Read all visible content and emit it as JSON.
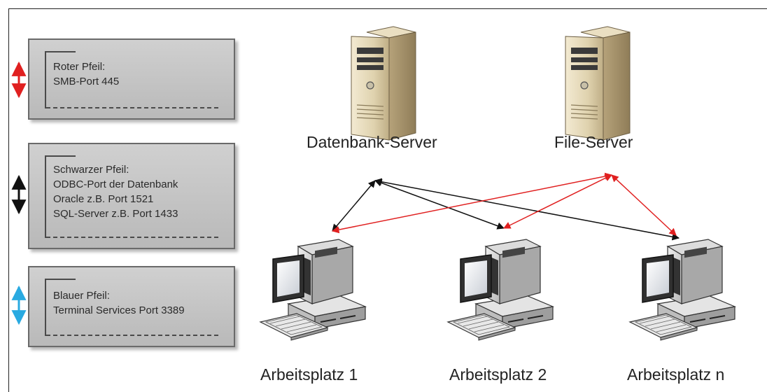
{
  "legend": [
    {
      "lines": [
        "Roter Pfeil:",
        "SMB-Port 445"
      ],
      "color": "#e02020",
      "icon": "red-double-arrow-icon"
    },
    {
      "lines": [
        "Schwarzer Pfeil:",
        "ODBC-Port der Datenbank",
        "Oracle z.B. Port 1521",
        "SQL-Server z.B. Port 1433"
      ],
      "color": "#111111",
      "icon": "black-double-arrow-icon"
    },
    {
      "lines": [
        "Blauer Pfeil:",
        "Terminal Services Port 3389"
      ],
      "color": "#29aae1",
      "icon": "blue-double-arrow-icon"
    }
  ],
  "servers": [
    {
      "label": "Datenbank-Server",
      "icon": "server-tower-icon"
    },
    {
      "label": "File-Server",
      "icon": "server-tower-icon"
    }
  ],
  "workstations": [
    {
      "label": "Arbeitsplatz 1",
      "icon": "workstation-icon"
    },
    {
      "label": "Arbeitsplatz 2",
      "icon": "workstation-icon"
    },
    {
      "label": "Arbeitsplatz n",
      "icon": "workstation-icon"
    }
  ],
  "connections": [
    {
      "from": "Datenbank-Server",
      "to": "Arbeitsplatz 1",
      "color": "#111111"
    },
    {
      "from": "Datenbank-Server",
      "to": "Arbeitsplatz 2",
      "color": "#111111"
    },
    {
      "from": "Datenbank-Server",
      "to": "Arbeitsplatz n",
      "color": "#111111"
    },
    {
      "from": "File-Server",
      "to": "Arbeitsplatz 1",
      "color": "#e02020"
    },
    {
      "from": "File-Server",
      "to": "Arbeitsplatz 2",
      "color": "#e02020"
    },
    {
      "from": "File-Server",
      "to": "Arbeitsplatz n",
      "color": "#e02020"
    }
  ]
}
